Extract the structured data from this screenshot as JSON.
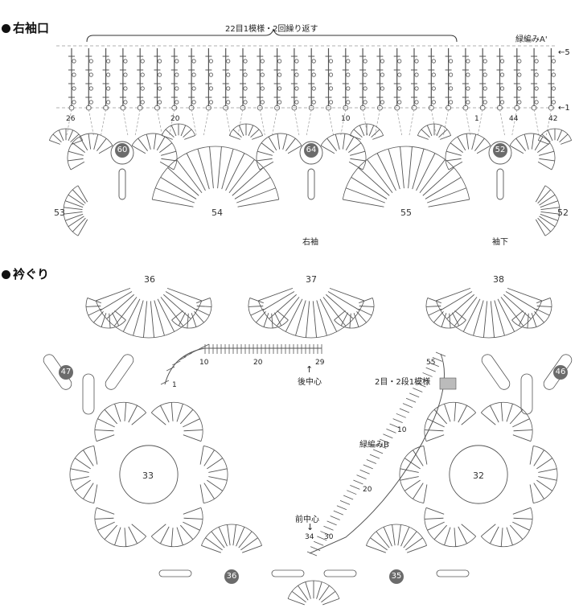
{
  "sections": {
    "sleeve": {
      "title": "右袖口"
    },
    "neck": {
      "title": "衿ぐり"
    }
  },
  "sleeve": {
    "repeat_note": "22目1模様・2回繰り返す",
    "edge_a": "緑編みA'",
    "row_top": "←5",
    "row_bottom": "←1",
    "stitch_numbers": [
      "26",
      "20",
      "10",
      "1",
      "44",
      "42"
    ],
    "motif_badges": [
      "60",
      "64",
      "52"
    ],
    "motif_numbers": [
      "53",
      "54",
      "55",
      "52"
    ],
    "label_sleeve": "右袖",
    "label_underarm": "袖下"
  },
  "neck": {
    "motif_top": [
      "36",
      "37",
      "38"
    ],
    "motif_side_badges": [
      "47",
      "46"
    ],
    "motif_big": [
      "33",
      "32"
    ],
    "motif_bottom_badges": [
      "36",
      "35"
    ],
    "back_numbers": [
      "1",
      "10",
      "20",
      "29"
    ],
    "back_center": "後中心",
    "repeat_note": "2目・2段1模様",
    "edge_b": "緑編みB",
    "front_numbers": [
      "55",
      "10",
      "20",
      "30",
      "34"
    ],
    "front_center": "前中心"
  }
}
